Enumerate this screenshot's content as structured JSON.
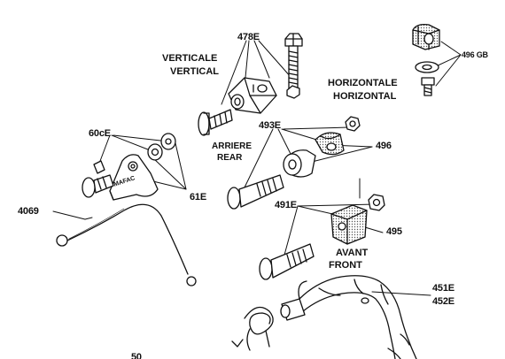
{
  "diagram": {
    "labels": {
      "vertical_fr": "VERTICALE",
      "vertical_en": "VERTICAL",
      "horizontal_fr": "HORIZONTALE",
      "horizontal_en": "HORIZONTAL",
      "rear_fr": "ARRIERE",
      "rear_en": "REAR",
      "front_fr": "AVANT",
      "front_en": "FRONT"
    },
    "part_numbers": {
      "p478": "478E",
      "p496gb": "496 GB",
      "p60": "60cE",
      "p493": "493E",
      "p496": "496",
      "p61": "61E",
      "p4069": "4069",
      "p491": "491E",
      "p495": "495",
      "p451": "451E",
      "p452": "452E",
      "p50": "50"
    },
    "stamp_text": "MAFAC"
  },
  "colors": {
    "ink": "#111111",
    "paper": "#ffffff",
    "shade": "#9a9a9a"
  }
}
